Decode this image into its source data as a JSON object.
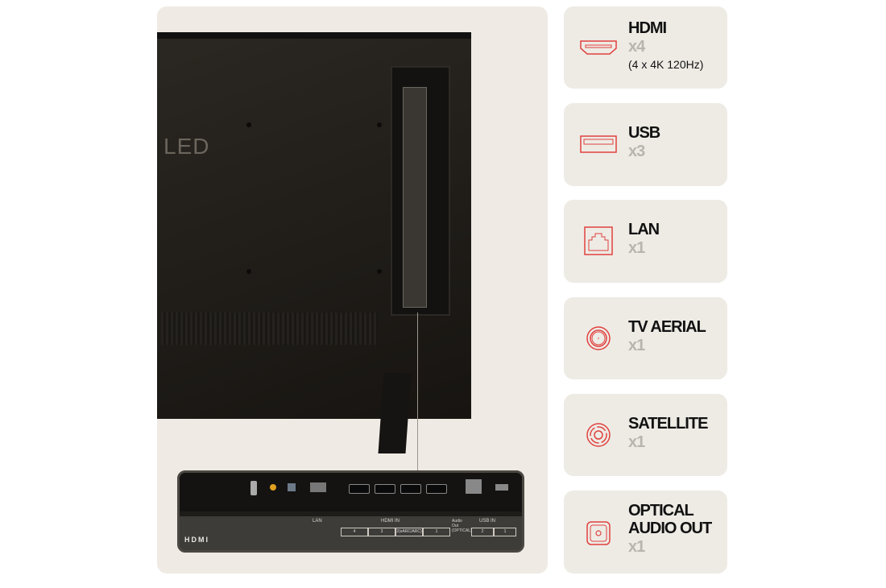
{
  "product_image": {
    "tv_logo_text": "LED",
    "inset_labels": {
      "hdmi_logo": "HDMI",
      "hdmi_in": "HDMI IN",
      "hdmi_ports": [
        "4",
        "3",
        "2(eARC/ARC)",
        "1"
      ],
      "lan": "LAN",
      "audio_out": "Audio Out (OPTICAL)",
      "usb_in": "USB IN",
      "usb_ports": [
        "2",
        "1"
      ]
    }
  },
  "accent_color": "#e0413f",
  "ports": [
    {
      "icon": "hdmi-icon",
      "title": "HDMI",
      "count": "x4",
      "note": "(4 x 4K 120Hz)"
    },
    {
      "icon": "usb-icon",
      "title": "USB",
      "count": "x3"
    },
    {
      "icon": "lan-icon",
      "title": "LAN",
      "count": "x1"
    },
    {
      "icon": "tv-aerial-icon",
      "title": "TV AERIAL",
      "count": "x1"
    },
    {
      "icon": "satellite-icon",
      "title": "SATELLITE",
      "count": "x1"
    },
    {
      "icon": "optical-audio-icon",
      "title": "OPTICAL AUDIO OUT",
      "count": "x1"
    }
  ]
}
